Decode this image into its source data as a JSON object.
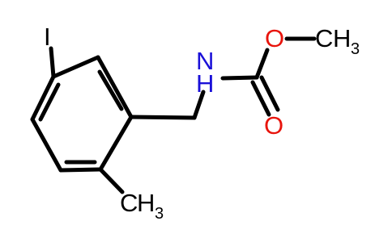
{
  "molecule": {
    "atoms": {
      "iodine": "I",
      "nitrogen": "N",
      "hydrogen_on_n": "H",
      "carbonyl_oxygen": "O",
      "ester_oxygen": "O",
      "methoxy_carbon": "C",
      "methoxy_h": "H",
      "methoxy_h_count": "3",
      "ring_methyl_carbon": "C",
      "ring_methyl_h": "H",
      "ring_methyl_h_count": "3"
    },
    "colors": {
      "bond": "#000000",
      "oxygen": "#e8140c",
      "nitrogen": "#1a10d8",
      "carbon_hydrogen": "#000000",
      "iodine": "#000000"
    }
  }
}
